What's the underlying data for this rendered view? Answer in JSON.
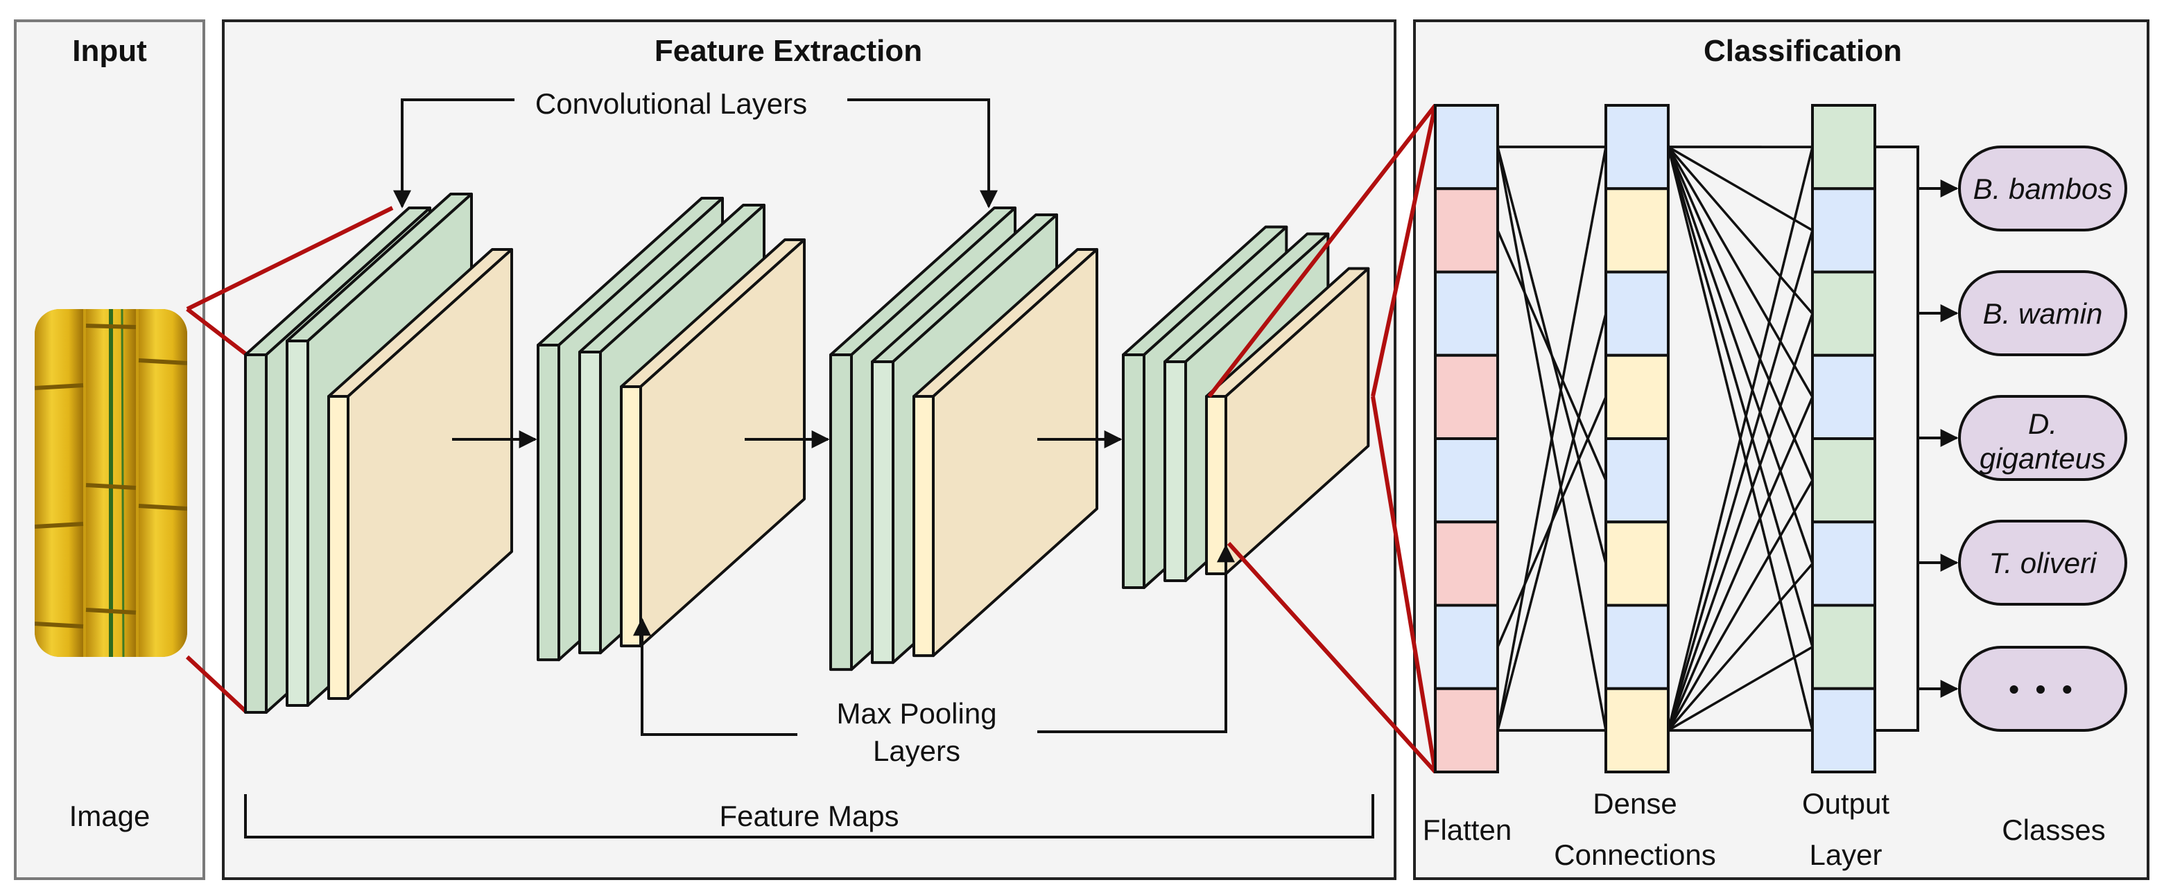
{
  "panels": {
    "input": {
      "title": "Input",
      "label": "Image"
    },
    "feature_extraction": {
      "title": "Feature Extraction",
      "conv_label": "Convolutional Layers",
      "pool_label_line1": "Max Pooling",
      "pool_label_line2": "Layers",
      "maps_label": "Feature Maps"
    },
    "classification": {
      "title": "Classification",
      "flatten_label": "Flatten",
      "dense_label_line1": "Dense",
      "dense_label_line2": "Connections",
      "output_label_line1": "Output",
      "output_label_line2": "Layer",
      "classes_label": "Classes"
    }
  },
  "classes": [
    "B. bambos",
    "B. wamin",
    "D. giganteus",
    "T. oliveri",
    "• • •"
  ],
  "class_lines": {
    "line1": "D.",
    "line2": "giganteus"
  },
  "colors": {
    "conv_green": "#c9dfc9",
    "conv_green_light": "#d8ead8",
    "pool_yellow": "#fff2cc",
    "map_tan": "#f2e3c4",
    "node_blue": "#dae8fc",
    "node_red": "#f8cecc",
    "node_yellow": "#fff2cc",
    "node_green": "#d5e8d4",
    "class_purple": "#e1d5e7",
    "zoom_red": "#b10f0f",
    "bamboo_yellow": "#e5b91c"
  },
  "layers": {
    "flatten": [
      "blue",
      "red",
      "blue",
      "red",
      "blue",
      "red",
      "blue",
      "red"
    ],
    "dense": [
      "blue",
      "yellow",
      "blue",
      "yellow",
      "blue",
      "yellow",
      "blue",
      "yellow"
    ],
    "output": [
      "green",
      "blue",
      "green",
      "blue",
      "green",
      "blue",
      "green",
      "blue"
    ]
  },
  "icons": {
    "image": "bamboo-photo-icon",
    "arrow": "arrow-right-icon"
  }
}
